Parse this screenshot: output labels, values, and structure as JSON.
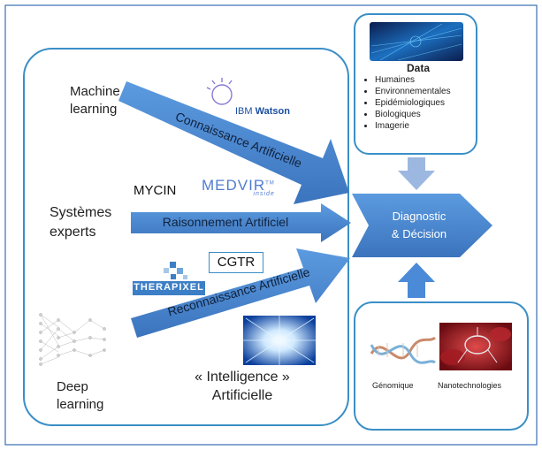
{
  "left_labels": {
    "machine_learning": [
      "Machine",
      "learning"
    ],
    "systemes_experts": [
      "Systèmes",
      "experts"
    ],
    "deep_learning": [
      "Deep",
      "learning"
    ]
  },
  "arrows": {
    "connaissance": "Connaissance Artificielle",
    "raisonnement": "Raisonnement Artificiel",
    "reconnaissance": "Reconnaissance Artificielle"
  },
  "logos": {
    "ibm_watson": {
      "brand": "IBM",
      "name": "Watson"
    },
    "medvir": {
      "name": "MEDVIR",
      "tm": "TM",
      "tagline": "inside"
    },
    "therapixel": "THERAPIXEL"
  },
  "systems": {
    "mycin": "MYCIN",
    "cgtr": "CGTR"
  },
  "intelligence": [
    "« Intelligence »",
    "Artificielle"
  ],
  "center": [
    "Diagnostic",
    "& Décision"
  ],
  "data_box": {
    "title": "Data",
    "items": [
      "Humaines",
      "Environnementales",
      "Epidémiologiques",
      "Biologiques",
      "Imagerie"
    ]
  },
  "bottom_right": {
    "captions": [
      "Génomique",
      "Nanotechnologies"
    ]
  },
  "colors": {
    "frame": "#3a8fc7",
    "arrow": "#4a8ad6",
    "arrow_dark": "#3b74bd",
    "up_arrow": "#9db8e0"
  }
}
